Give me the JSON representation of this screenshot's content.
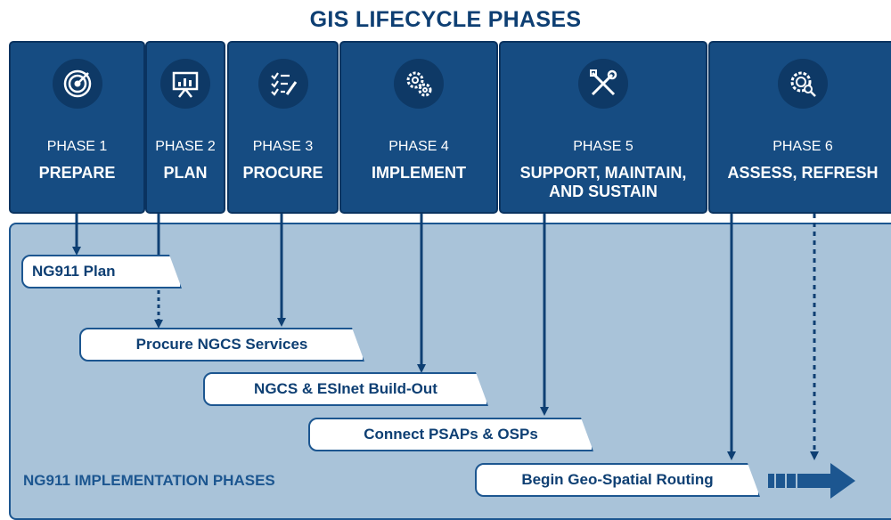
{
  "title": "GIS LIFECYCLE PHASES",
  "phases": [
    {
      "num": "PHASE 1",
      "name": "PREPARE",
      "icon": "target-icon"
    },
    {
      "num": "PHASE 2",
      "name": "PLAN",
      "icon": "presentation-board-icon"
    },
    {
      "num": "PHASE 3",
      "name": "PROCURE",
      "icon": "checklist-icon"
    },
    {
      "num": "PHASE 4",
      "name": "IMPLEMENT",
      "icon": "gears-icon"
    },
    {
      "num": "PHASE 5",
      "name_line1": "SUPPORT, MAINTAIN,",
      "name_line2": "AND SUSTAIN",
      "icon": "tools-icon"
    },
    {
      "num": "PHASE 6",
      "name": "ASSESS, REFRESH",
      "icon": "gear-search-icon"
    }
  ],
  "implementation": {
    "label": "NG911 IMPLEMENTATION PHASES",
    "bars": [
      "NG911 Plan",
      "Procure NGCS Services",
      "NGCS & ESInet Build-Out",
      "Connect PSAPs & OSPs",
      "Begin Geo-Spatial Routing"
    ]
  },
  "colors": {
    "phase_fill": "#164c82",
    "phase_border": "#0a3360",
    "panel_fill": "#a9c3d9",
    "title_text": "#0e3f73",
    "arrow": "#0e3f73"
  }
}
